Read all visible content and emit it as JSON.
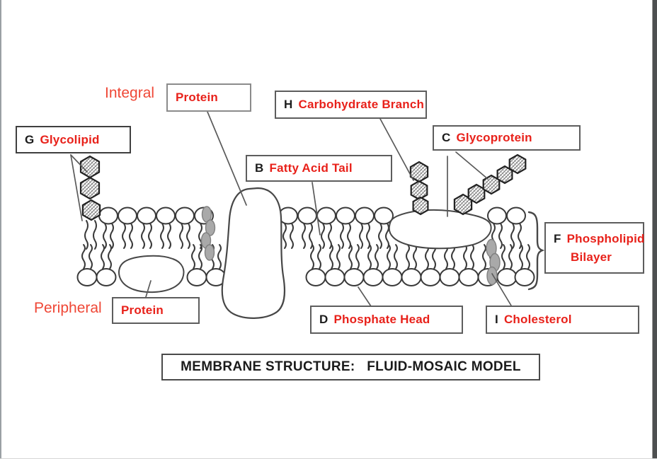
{
  "colors": {
    "label_red": "#e8211a",
    "annot_red": "#ef4736",
    "letter_black": "#1c1c1c",
    "stroke": "#3a3a3a",
    "pointer": "#5a5a5a",
    "cholesterol_fill": "#a9a9a9",
    "cholesterol_stroke": "#808080"
  },
  "labels": {
    "integral_prefix": "Integral",
    "integral_box": "Protein",
    "peripheral_prefix": "Peripheral",
    "peripheral_box": "Protein",
    "glycolipid": {
      "letter": "G",
      "text": "Glycolipid"
    },
    "carb_branch": {
      "letter": "H",
      "text": "Carbohydrate Branch"
    },
    "glycoprotein": {
      "letter": "C",
      "text": "Glycoprotein"
    },
    "fatty_acid": {
      "letter": "B",
      "text": "Fatty Acid Tail"
    },
    "bilayer": {
      "letter": "F",
      "text": "Phospholipid",
      "text2": "Bilayer"
    },
    "phosphate": {
      "letter": "D",
      "text": "Phosphate Head"
    },
    "cholesterol": {
      "letter": "I",
      "text": "Cholesterol"
    },
    "title": "MEMBRANE STRUCTURE:   FLUID-MOSAIC MODEL"
  }
}
